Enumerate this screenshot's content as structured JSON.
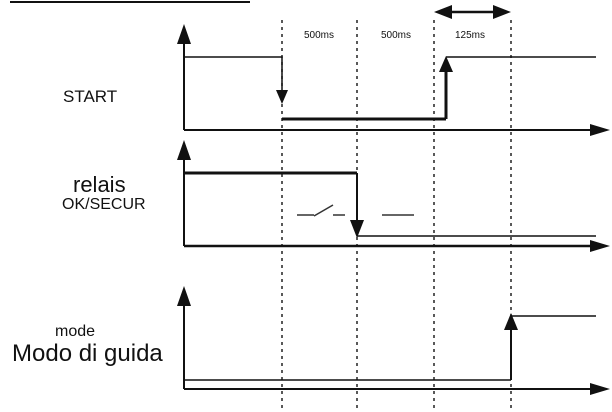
{
  "signals": {
    "start": {
      "label": "START"
    },
    "relais": {
      "label_main": "relais",
      "label_sub": "OK/SECUR"
    },
    "mode": {
      "label_small": "mode",
      "label_main": "Modo di guida"
    }
  },
  "timing": {
    "interval_1": "500ms",
    "interval_2": "500ms",
    "interval_3": "125ms"
  },
  "colors": {
    "line": "#111111",
    "dotted": "#222222",
    "background": "#ffffff"
  }
}
